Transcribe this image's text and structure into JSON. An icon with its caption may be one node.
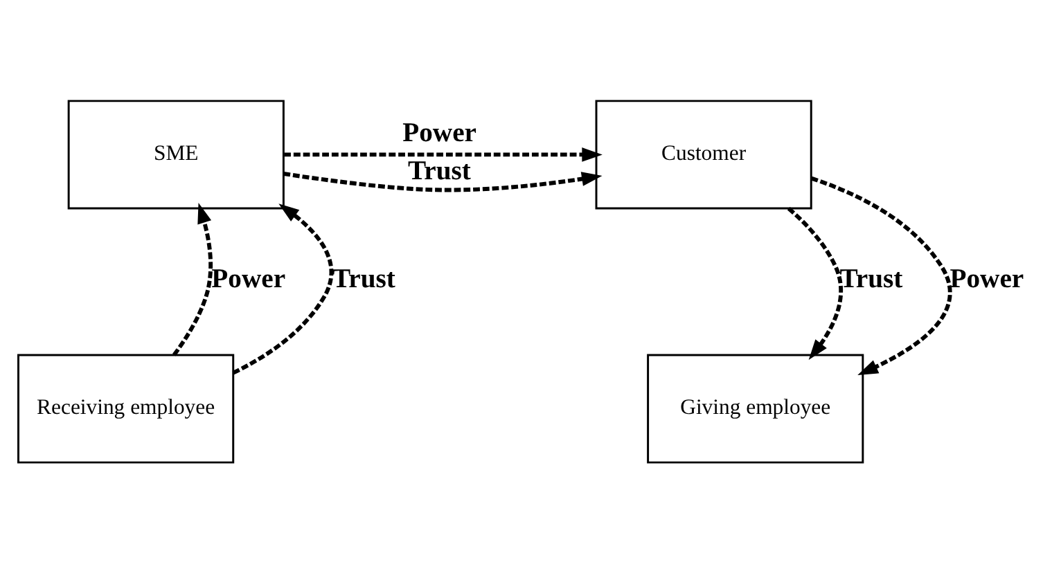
{
  "diagram": {
    "nodes": [
      {
        "text": [
          "SME"
        ]
      },
      {
        "text": [
          "Customer"
        ]
      },
      {
        "text": [
          "Receiving employee"
        ]
      },
      {
        "text": [
          "Giving employee"
        ]
      }
    ],
    "edges": [
      {
        "from": 0,
        "to": 1,
        "arrow": "to",
        "label": "Power",
        "style": "dashed"
      },
      {
        "from": 0,
        "to": 1,
        "arrow": "to",
        "label": "Trust",
        "style": "dashed"
      },
      {
        "from": 2,
        "to": 0,
        "arrow": "to",
        "label": "Power",
        "style": "dashed"
      },
      {
        "from": 2,
        "to": 0,
        "arrow": "to",
        "label": "Trust",
        "style": "dashed"
      },
      {
        "from": 1,
        "to": 3,
        "arrow": "to",
        "label": "Trust",
        "style": "dashed"
      },
      {
        "from": 1,
        "to": 3,
        "arrow": "to",
        "label": "Power",
        "style": "dashed"
      }
    ]
  }
}
